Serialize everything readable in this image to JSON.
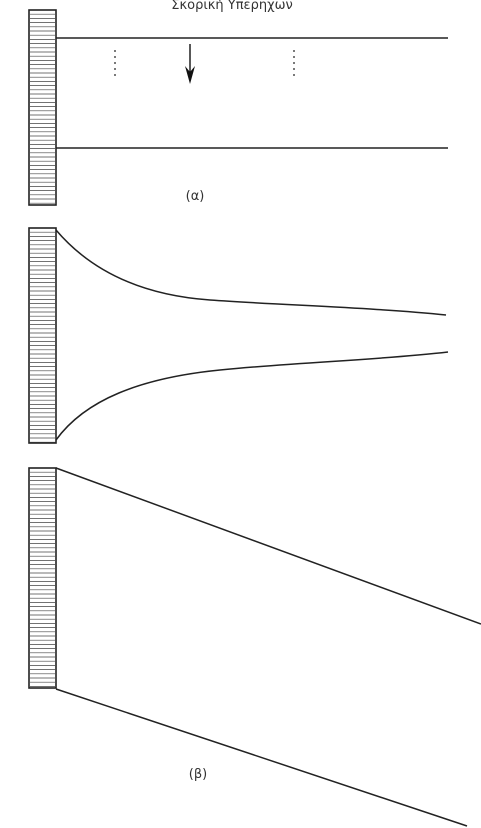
{
  "panel_a": {
    "top_caption": "Σκορική Υπερηχων",
    "label": "(α)"
  },
  "panel_b": {
    "label": "(β)"
  }
}
